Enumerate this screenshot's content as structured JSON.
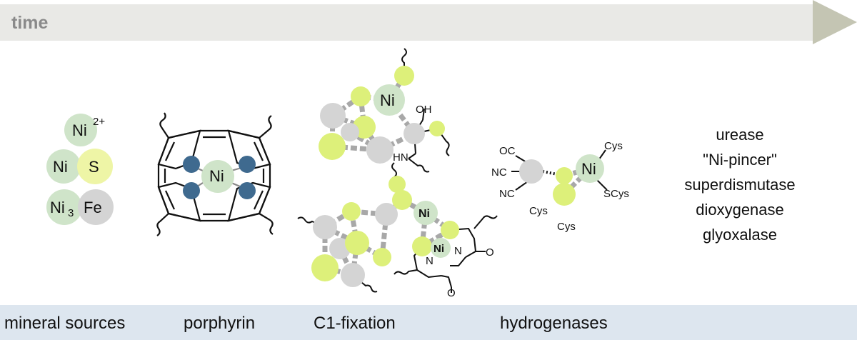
{
  "timeline": {
    "label": "time",
    "colors": {
      "arrow": "#e9e9e6",
      "arrow_tip": "#c4c5b3",
      "label": "#8a8a8a"
    }
  },
  "stages": [
    {
      "label": "mineral sources"
    },
    {
      "label": "porphyrin"
    },
    {
      "label": "C1-fixation"
    },
    {
      "label": "hydrogenases"
    }
  ],
  "mineral": {
    "ni_ion": "Ni",
    "charge": "2+",
    "ns_ni": "Ni",
    "ns_s": "S",
    "nife_ni": "Ni",
    "nife_sub": "3",
    "nife_fe": "Fe"
  },
  "porphyrin": {
    "metal": "Ni"
  },
  "c1": {
    "top_ni": "Ni",
    "oh": "OH",
    "hn": "HN",
    "ni_a": "Ni",
    "ni_b": "Ni",
    "ring_n1": "N",
    "ring_n2": "N",
    "o1": "O",
    "o2": "O"
  },
  "hydrogenase": {
    "metal": "Ni",
    "oc": "OC",
    "nc1": "NC",
    "nc2": "NC",
    "cys_top": "Cys",
    "scys": "SCys",
    "cys_left": "Cys",
    "cys_bottom": "Cys"
  },
  "enzymes": [
    "urease",
    "\"Ni-pincer\"",
    "superdismutase",
    "dioxygenase",
    "glyoxalase"
  ],
  "colors": {
    "ni": "#cfe4c9",
    "sulfur": "#ddf07a",
    "sulfur_light": "#eef5a6",
    "iron": "#d4d4d4",
    "nitrogen": "#3f6a8f",
    "bond": "#a8a8a8",
    "bottom_band": "#dde6ef"
  }
}
